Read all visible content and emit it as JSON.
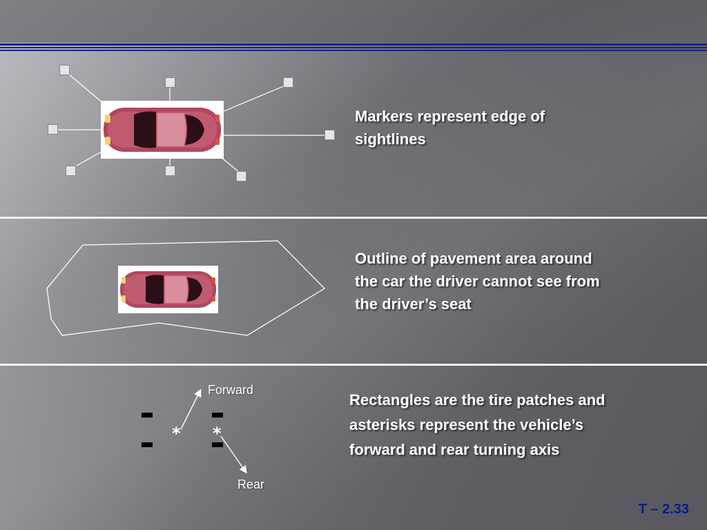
{
  "panels": [
    {
      "caption_lines": [
        "Markers represent edge of",
        "sightlines"
      ]
    },
    {
      "caption_lines": [
        "Outline of pavement area around",
        "the car the driver cannot see from",
        "the driver’s seat"
      ]
    },
    {
      "caption_lines": [
        "Rectangles are the tire patches and",
        "asterisks represent the vehicle’s",
        "forward and rear turning axis"
      ]
    }
  ],
  "diagram": {
    "forward_label": "Forward",
    "rear_label": "Rear",
    "asterisk": "*"
  },
  "slide_number": "T – 2.33",
  "colors": {
    "blue_rule": "#1a1f8c",
    "car_body": "#b0485f",
    "slide_number": "#0a1b8f"
  }
}
